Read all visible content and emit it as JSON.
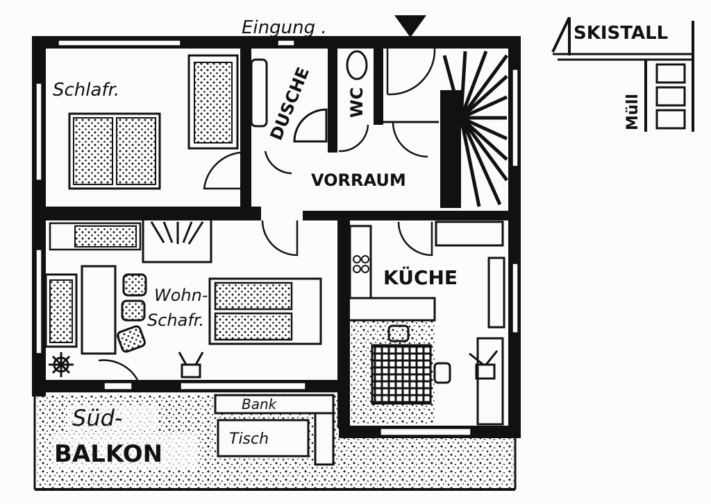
{
  "plan": {
    "entrance_label": "Eingung .",
    "skistall_label": "SKISTALL",
    "muell_label": "Müll",
    "rooms": {
      "bedroom": "Schlafr.",
      "shower": "DUSCHE",
      "wc": "WC",
      "hall": "VORRAUM",
      "living_line1": "Wohn-",
      "living_line2": "Schafr.",
      "kitchen": "KÜCHE",
      "balcony_line1": "Süd-",
      "balcony_line2": "BALKON",
      "bench": "Bank",
      "table": "Tisch"
    },
    "colors": {
      "ink": "#111111",
      "paper": "#fbfbfb"
    }
  }
}
